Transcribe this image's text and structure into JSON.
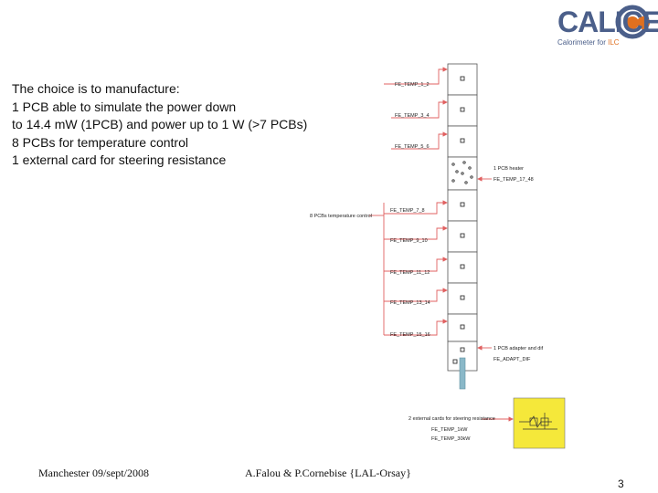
{
  "logo": {
    "title": "CALICE",
    "subtitle_main": "Calorimeter for ",
    "subtitle_ilc": "ILC"
  },
  "body_lines": [
    "The choice is to manufacture:",
    "1 PCB able to simulate the power down",
    "to 14.4 mW (1PCB) and power up to 1 W (>7 PCBs)",
    "8 PCBs for temperature control",
    "1 external card for steering resistance"
  ],
  "diagram": {
    "pcb_labels": [
      "FE_TEMP_1_2",
      "FE_TEMP_3_4",
      "FE_TEMP_5_6",
      "FE_TEMP_7_8",
      "FE_TEMP_9_10",
      "FE_TEMP_11_12",
      "FE_TEMP_13_14",
      "FE_TEMP_15_16"
    ],
    "group_label": "8 PCBs temperature control",
    "heater_label": "1 PCB heater",
    "heater_name": "FE_TEMP_17_48",
    "adapter_label": "1 PCB adapter and dif",
    "adapter_name": "FE_ADAPT_DIF",
    "external_label": "2 external cards for steering resistance",
    "external_names": [
      "FE_TEMP_1kW",
      "FE_TEMP_30kW"
    ]
  },
  "footer": {
    "left": "Manchester 09/sept/2008",
    "center": "A.Falou & P.Cornebise {LAL-Orsay}",
    "page": "3"
  },
  "colors": {
    "arrow": "#e06060",
    "card_fill": "#f5e83a",
    "cable": "#8ab8c8",
    "logo": "#4b5f8a",
    "logo_accent": "#e07020"
  }
}
